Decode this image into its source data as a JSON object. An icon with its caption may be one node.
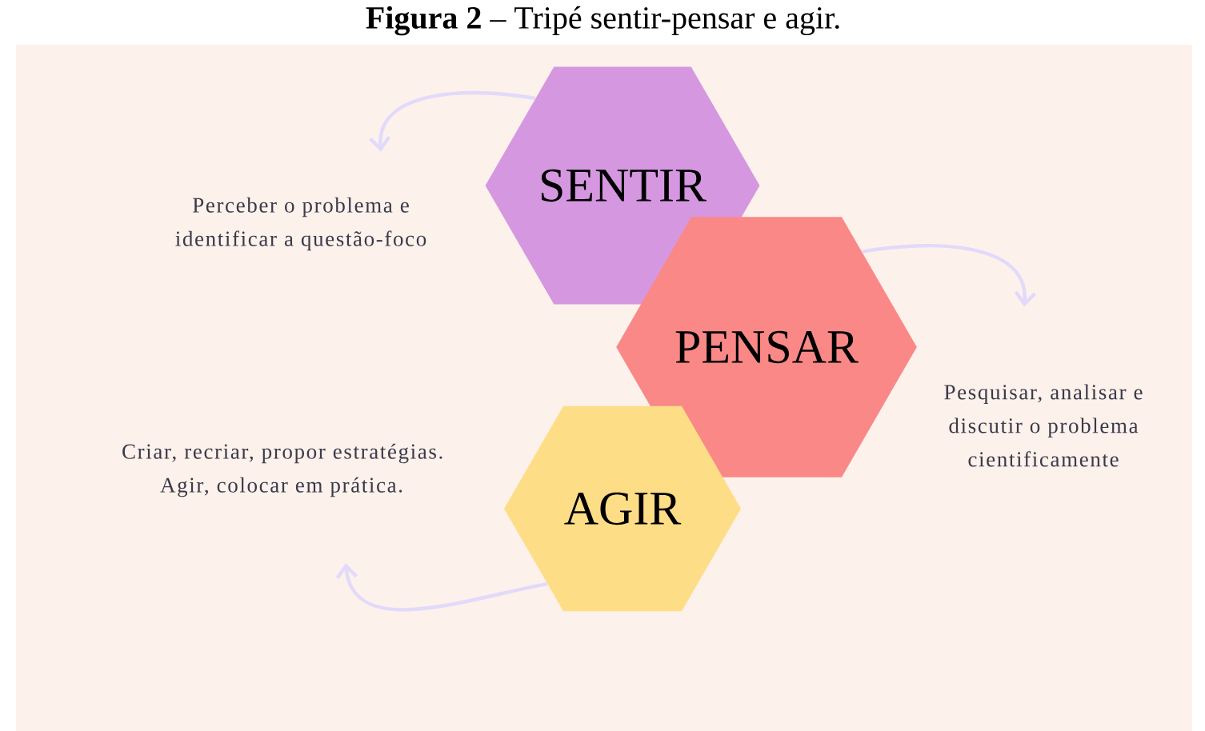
{
  "diagram": {
    "title": "**Figura 2** – Tripé sentir-pensar e agir.",
    "nodes": [
      {
        "text": [
          "SENTIR"
        ]
      },
      {
        "text": [
          "PENSAR"
        ]
      },
      {
        "text": [
          "AGIR"
        ]
      },
      {
        "text": [
          "Perceber o problema e identificar a questão-foco"
        ]
      },
      {
        "text": [
          "Pesquisar, analisar e discutir o problema cientificamente"
        ]
      },
      {
        "text": [
          "Criar, recriar, propor estratégias. Agir, colocar em prática."
        ]
      }
    ],
    "edges": [
      {
        "from": 0,
        "to": 3,
        "arrow": "to"
      },
      {
        "from": 1,
        "to": 4,
        "arrow": "to"
      },
      {
        "from": 2,
        "to": 5,
        "arrow": "to"
      }
    ]
  }
}
